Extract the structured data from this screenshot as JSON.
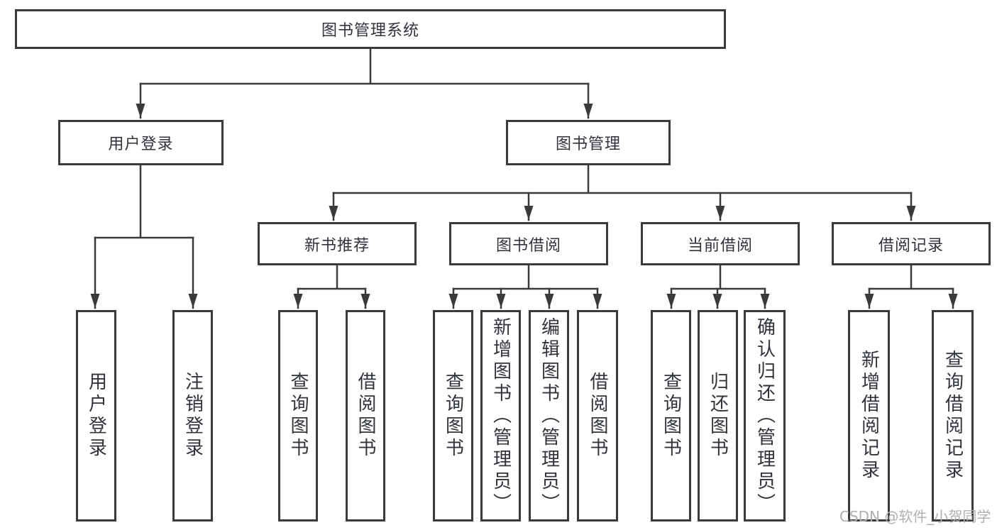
{
  "tree": {
    "root": {
      "label": "图书管理系统"
    },
    "level1": [
      {
        "label": "用户登录",
        "children": [
          {
            "label": "用户登录"
          },
          {
            "label": "注销登录"
          }
        ]
      },
      {
        "label": "图书管理",
        "children": [
          {
            "label": "新书推荐",
            "children": [
              {
                "label": "查询图书"
              },
              {
                "label": "借阅图书"
              }
            ]
          },
          {
            "label": "图书借阅",
            "children": [
              {
                "label": "查询图书"
              },
              {
                "label": "新增图书（管理员）"
              },
              {
                "label": "编辑图书（管理员）"
              },
              {
                "label": "借阅图书"
              }
            ]
          },
          {
            "label": "当前借阅",
            "children": [
              {
                "label": "查询图书"
              },
              {
                "label": "归还图书"
              },
              {
                "label": "确认归还（管理员）"
              }
            ]
          },
          {
            "label": "借阅记录",
            "children": [
              {
                "label": "新增借阅记录"
              },
              {
                "label": "查询借阅记录"
              }
            ]
          }
        ]
      }
    ]
  },
  "watermark": {
    "text": "CSDN @软件_小贺同学"
  },
  "colors": {
    "line": "#3a3a3a",
    "border": "#3a3a3a",
    "text": "#30343a",
    "watermark": "#b0b0b0",
    "bg": "#ffffff"
  }
}
